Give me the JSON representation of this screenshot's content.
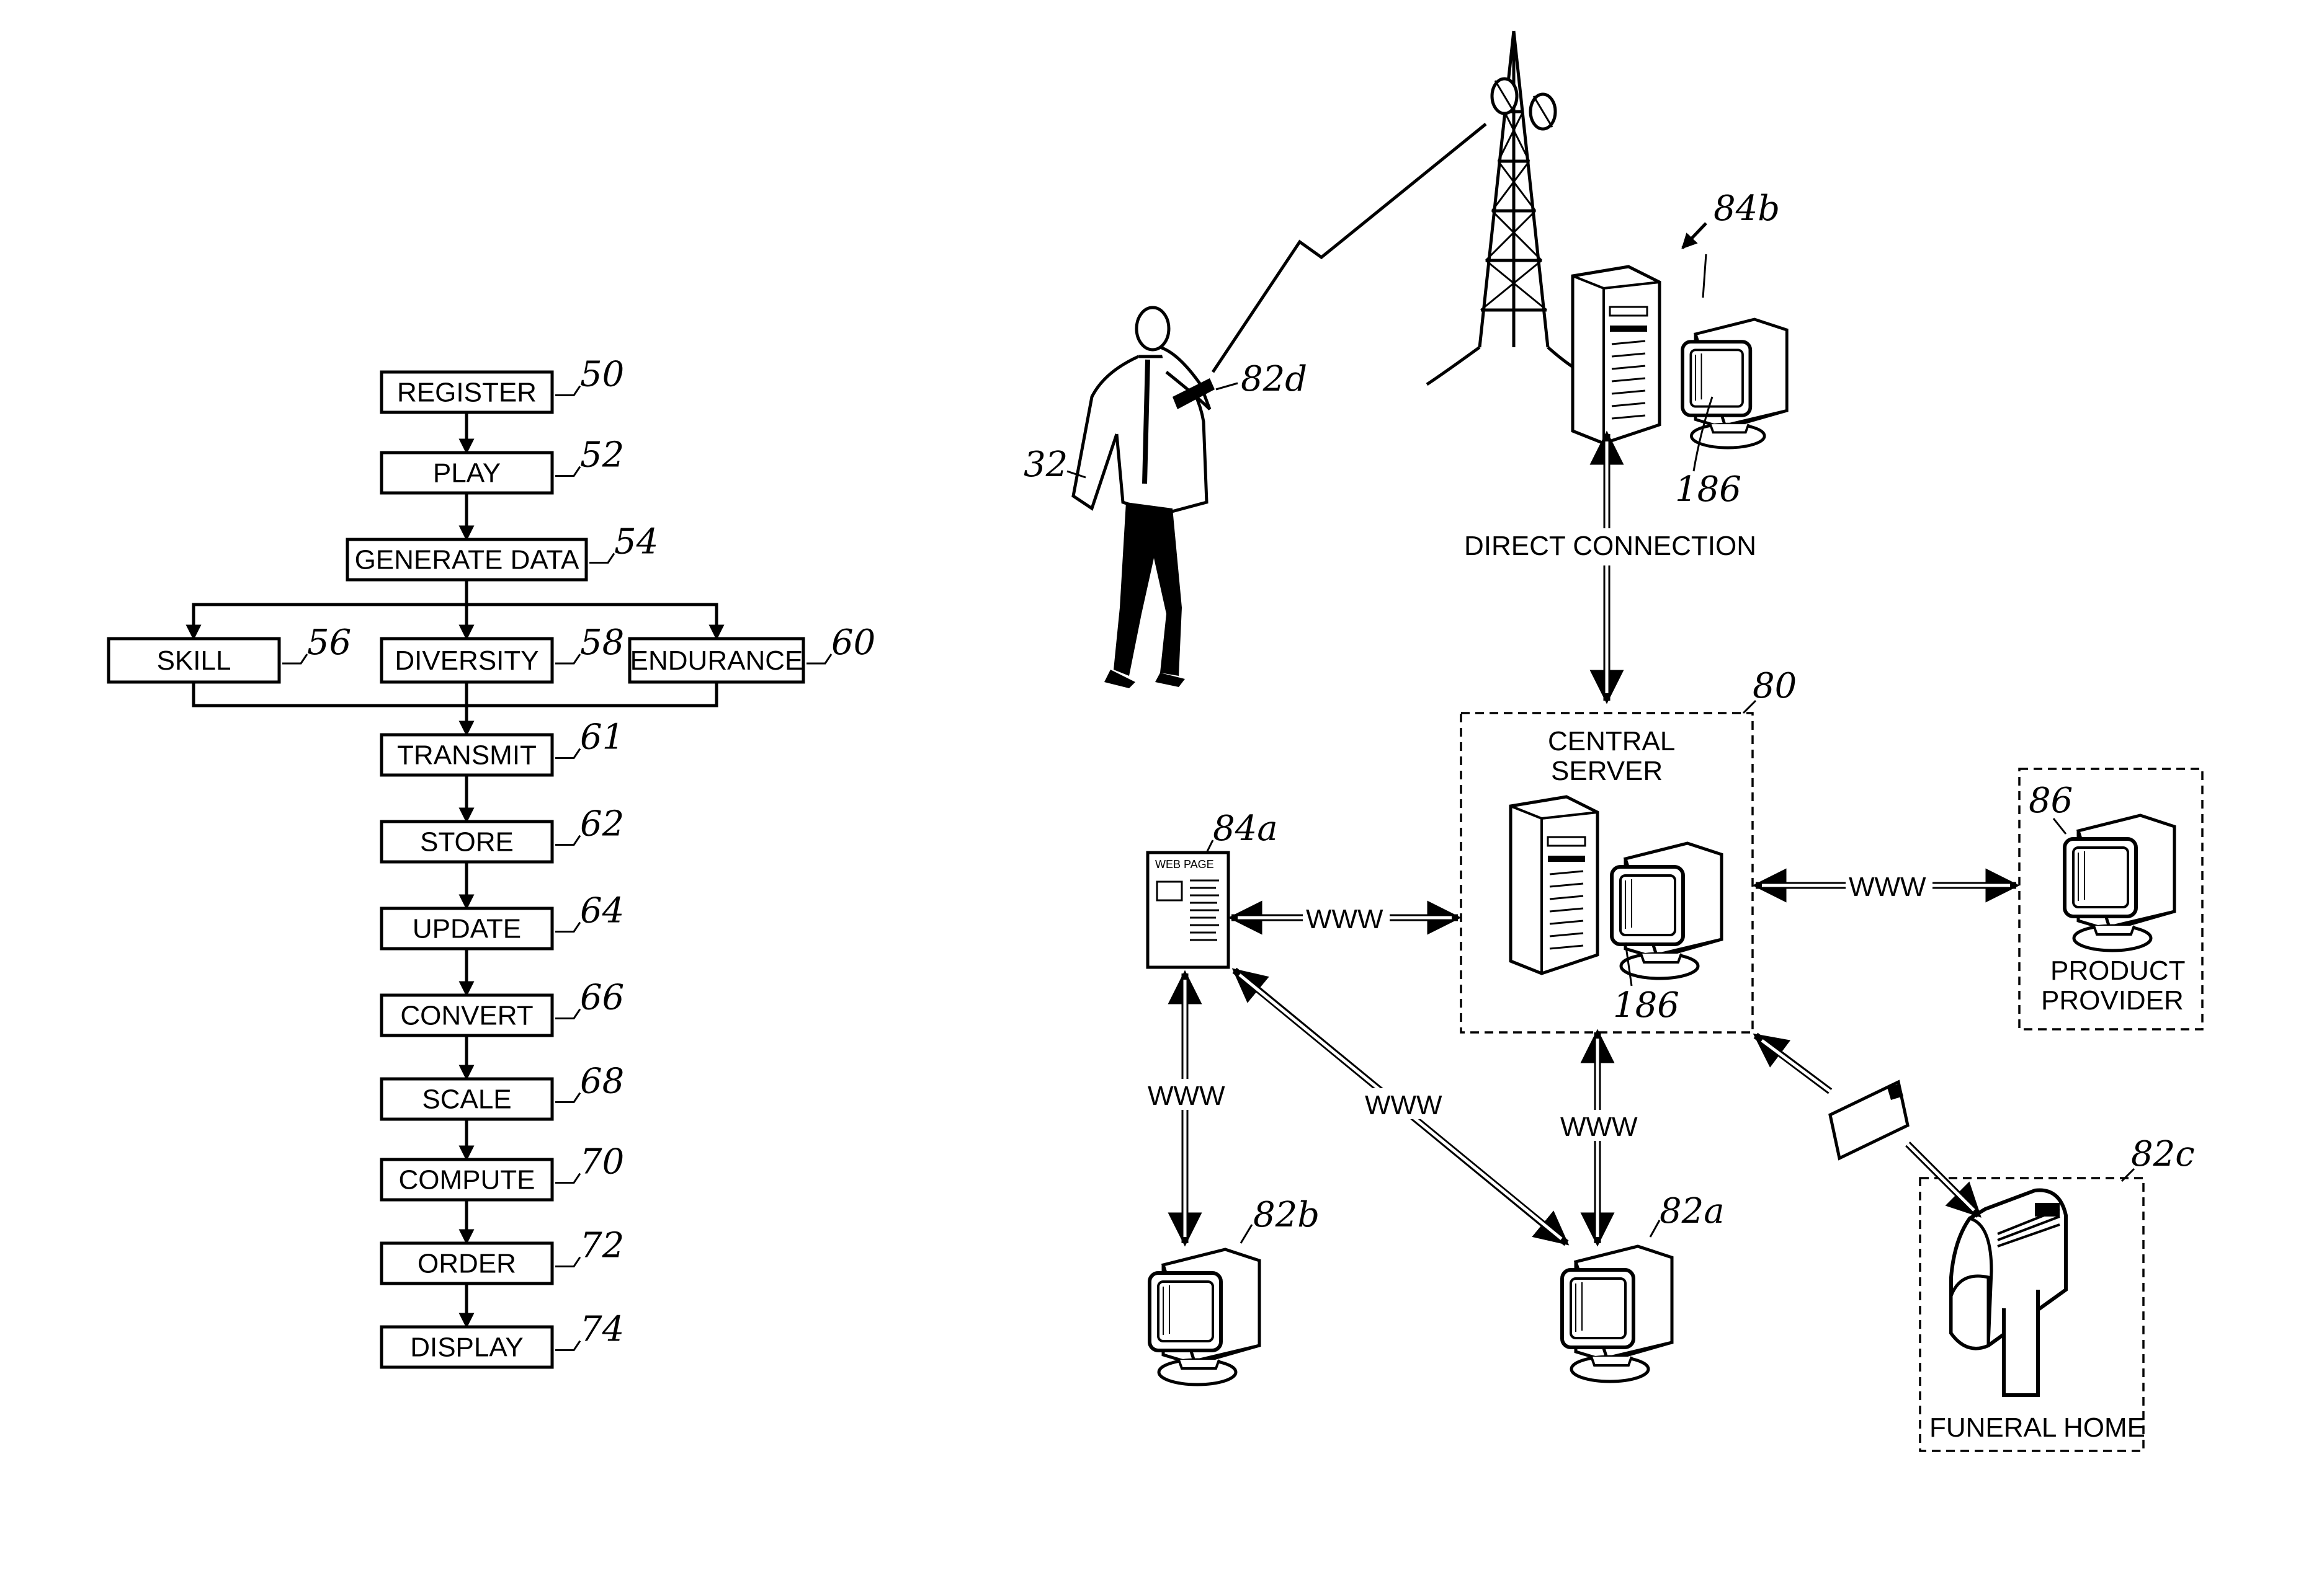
{
  "flowchart": {
    "steps": [
      {
        "label": "REGISTER",
        "ref": "50"
      },
      {
        "label": "PLAY",
        "ref": "52"
      },
      {
        "label": "GENERATE DATA",
        "ref": "54"
      },
      {
        "label": "SKILL",
        "ref": "56"
      },
      {
        "label": "DIVERSITY",
        "ref": "58"
      },
      {
        "label": "ENDURANCE",
        "ref": "60"
      },
      {
        "label": "TRANSMIT",
        "ref": "61"
      },
      {
        "label": "STORE",
        "ref": "62"
      },
      {
        "label": "UPDATE",
        "ref": "64"
      },
      {
        "label": "CONVERT",
        "ref": "66"
      },
      {
        "label": "SCALE",
        "ref": "68"
      },
      {
        "label": "COMPUTE",
        "ref": "70"
      },
      {
        "label": "ORDER",
        "ref": "72"
      },
      {
        "label": "DISPLAY",
        "ref": "74"
      }
    ]
  },
  "network": {
    "user_ref": "32",
    "handheld_ref": "82d",
    "station_ref": "84b",
    "station_computer_ref": "186",
    "direct_connection": "DIRECT CONNECTION",
    "central_server_line1": "CENTRAL",
    "central_server_line2": "SERVER",
    "central_ref": "80",
    "central_computer_ref": "186",
    "web_page_ref": "84a",
    "web_page_title": "WEB PAGE",
    "product_ref": "86",
    "product_line1": "PRODUCT",
    "product_line2": "PROVIDER",
    "computer_b_ref": "82b",
    "computer_a_ref": "82a",
    "funeral_ref": "82c",
    "funeral_label": "FUNERAL HOME",
    "link_label": "WWW"
  }
}
